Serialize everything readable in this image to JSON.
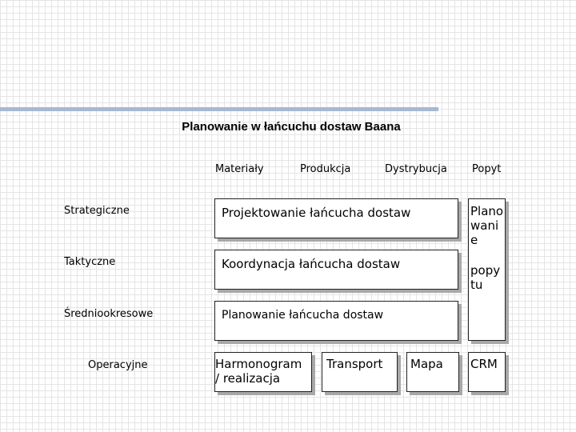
{
  "title": "Planowanie w łańcuchu dostaw Baana",
  "columns": [
    "Materiały",
    "Produkcja",
    "Dystrybucja",
    "Popyt"
  ],
  "rows": [
    "Strategiczne",
    "Taktyczne",
    "Średniookresowe",
    "Operacyjne"
  ],
  "boxes": {
    "projektowanie": "Projektowanie łańcucha dostaw",
    "koordynacja": "Koordynacja łańcucha dostaw",
    "planowanie": "Planowanie łańcucha dostaw",
    "harmonogram_1": "Harmonogram",
    "harmonogram_2": "/ realizacja",
    "transport": "Transport",
    "mapa": "Mapa",
    "planowanie_popytu_1": "Plano",
    "planowanie_popytu_2": "wani",
    "planowanie_popytu_3": "e",
    "planowanie_popytu_4": "popy",
    "planowanie_popytu_5": "tu",
    "crm": "CRM"
  }
}
